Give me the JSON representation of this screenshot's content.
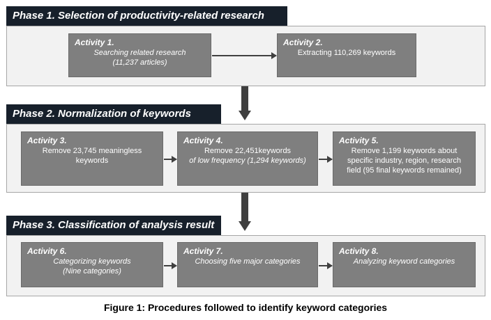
{
  "phases": [
    {
      "title": "Phase 1. Selection of productivity-related research",
      "activities": [
        {
          "title": "Activity 1.",
          "lines": [
            "Searching related research",
            "(11,237 articles)"
          ]
        },
        {
          "title": "Activity 2.",
          "lines": [
            "Extracting 110,269 keywords"
          ]
        }
      ]
    },
    {
      "title": "Phase 2. Normalization of keywords",
      "activities": [
        {
          "title": "Activity 3.",
          "lines": [
            "Remove 23,745 meaningless",
            "keywords"
          ]
        },
        {
          "title": "Activity 4.",
          "lines": [
            "Remove 22,451keywords",
            "of low frequency (1,294 keywords)"
          ]
        },
        {
          "title": "Activity 5.",
          "lines": [
            "Remove 1,199 keywords about",
            "specific industry, region, research",
            "field (95 final keywords remained)"
          ]
        }
      ]
    },
    {
      "title": "Phase 3. Classification of analysis result",
      "activities": [
        {
          "title": "Activity 6.",
          "lines": [
            "Categorizing keywords",
            "(Nine categories)"
          ]
        },
        {
          "title": "Activity 7.",
          "lines": [
            "Choosing five major categories"
          ]
        },
        {
          "title": "Activity 8.",
          "lines": [
            "Analyzing keyword categories"
          ]
        }
      ]
    }
  ],
  "caption": "Figure 1: Procedures followed to identify keyword categories",
  "colors": {
    "header_bg": "#17202b",
    "activity_bg": "#7f7f7f",
    "panel_bg": "#f2f2f2",
    "arrow": "#3f3f3f"
  }
}
